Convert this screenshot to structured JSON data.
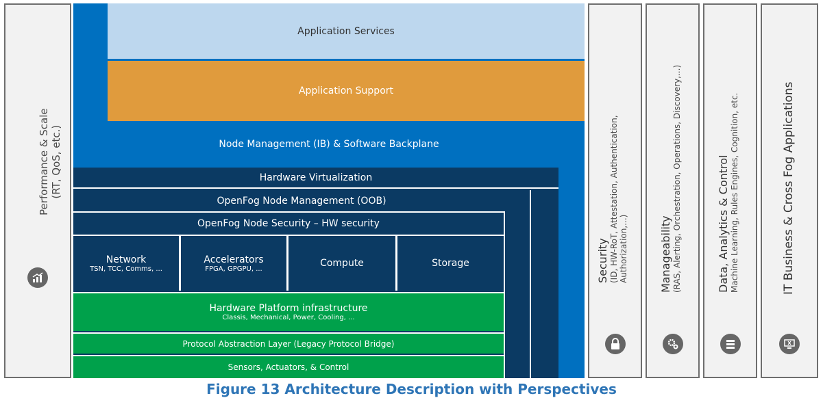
{
  "left_panel": {
    "line1": "Performance & Scale",
    "line2": "(RT, QoS, etc.)"
  },
  "layers": {
    "app_services": "Application Services",
    "app_support": "Application Support",
    "node_mgmt_ib": "Node Management (IB) & Software Backplane",
    "hw_virtualization": "Hardware Virtualization",
    "node_mgmt_oob": "OpenFog Node Management (OOB)",
    "node_security": "OpenFog Node Security – HW security",
    "network": {
      "title": "Network",
      "sub": "TSN, TCC, Comms, ..."
    },
    "accelerators": {
      "title": "Accelerators",
      "sub": "FPGA, GPGPU, ..."
    },
    "compute": "Compute",
    "storage": "Storage",
    "hw_platform": {
      "title": "Hardware Platform infrastructure",
      "sub": "Classis, Mechanical, Power, Cooling, ..."
    },
    "protocol_abstraction": "Protocol Abstraction Layer (Legacy Protocol Bridge)",
    "sensors": "Sensors, Actuators, & Control"
  },
  "perspectives": {
    "security": {
      "title": "Security",
      "sub1": "(ID, HW-RoT, Attestation, Authentication,",
      "sub2": "Authorization,...)",
      "icon": "lock-icon"
    },
    "manageability": {
      "title": "Manageability",
      "sub1": "(RAS, Alerting, Orchestration, Operations, Discovery,...)",
      "icon": "gears-icon"
    },
    "data_analytics": {
      "title": "Data, Analytics & Control",
      "sub1": "Machine Learning, Rules Engines, Cognition, etc.",
      "icon": "database-icon"
    },
    "it_business": {
      "title": "IT Business & Cross Fog Applications",
      "icon": "monitor-tools-icon"
    }
  },
  "caption": "Figure 13 Architecture Description with Perspectives",
  "colors": {
    "blue": "#0070c0",
    "light_blue": "#bdd7ee",
    "orange": "#e09b3d",
    "navy": "#0b3a63",
    "green": "#00a14b",
    "caption": "#2e75b6"
  }
}
